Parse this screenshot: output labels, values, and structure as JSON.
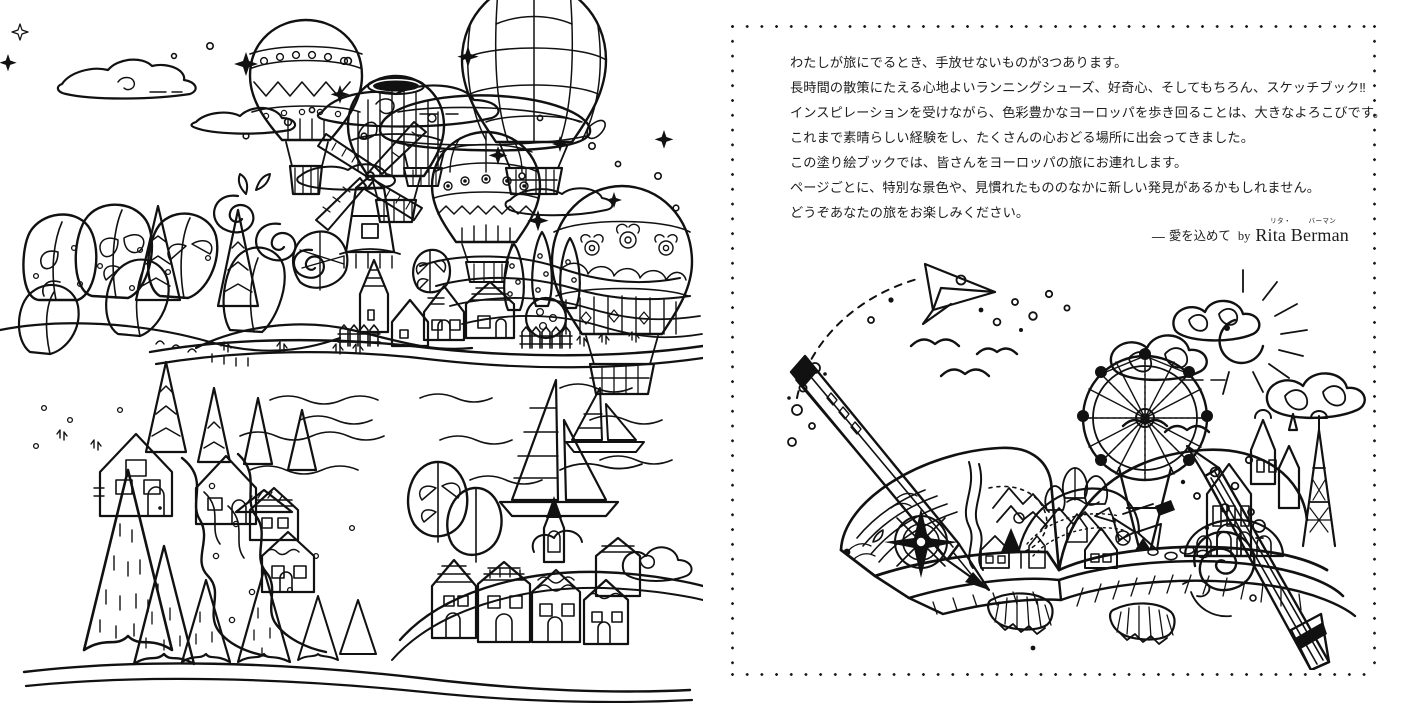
{
  "document": {
    "type": "coloring-book-spread",
    "page_count_visible": 2,
    "background_color": "#ffffff",
    "ink_color": "#111111"
  },
  "left_page": {
    "title": "European landscape line art",
    "description": "Black and white coloring-book illustration of a European countryside: hot air balloons in the sky, stylized forest, a windmill, hillside villages, a lake with sailboats, pine trees and a winding river.",
    "elements": [
      "hot-air-balloon",
      "hot-air-balloon",
      "hot-air-balloon",
      "hot-air-balloon",
      "hot-air-balloon",
      "cloud",
      "cloud",
      "cloud",
      "star-sparkle",
      "windmill",
      "spiral-tree",
      "round-tree",
      "pine-tree",
      "village-house",
      "church-tower",
      "fence",
      "cypress-tree",
      "lake",
      "sailboat",
      "sailboat",
      "winding-river",
      "hill"
    ]
  },
  "right_page": {
    "frame": {
      "style": "dotted",
      "color": "#1a1a1a"
    },
    "intro": {
      "lines": [
        "わたしが旅にでるとき、手放せないものが3つあります。",
        "長時間の散策にたえる心地よいランニングシューズ、好奇心、そしてもちろん、スケッチブック‼",
        "インスピレーションを受けながら、色彩豊かなヨーロッパを歩き回ることは、大きなよろこびです。",
        "これまで素晴らしい経験をし、たくさんの心おどる場所に出会ってきました。",
        "この塗り絵ブックでは、皆さんをヨーロッパの旅にお連れします。",
        "ページごとに、特別な景色や、見慣れたもののなかに新しい発見があるかもしれません。",
        "どうぞあなたの旅をお楽しみください。"
      ]
    },
    "signature": {
      "dash": "—",
      "closing": "愛を込めて",
      "by": "by",
      "ruby_first": "リタ・",
      "ruby_last": "バーマン",
      "name": "Rita Berman"
    },
    "illustration": {
      "title": "Open book with map and colored pencils",
      "description": "Line art of an open book whose pages become a pop-up map landscape with a ferris wheel, cathedral, towers, sun, clouds, birds, a paper airplane, a compass rose, plus two pencils and pencil shavings.",
      "elements": [
        "open-book",
        "map-page",
        "compass-rose",
        "ferris-wheel",
        "cathedral",
        "tower",
        "sun",
        "cloud",
        "bird",
        "bird",
        "bird",
        "bird",
        "paper-airplane",
        "dashed-flight-path",
        "bubble",
        "pencil",
        "pencil",
        "pencil-shaving",
        "pencil-shaving",
        "spiral",
        "mountain",
        "tree",
        "house"
      ]
    }
  }
}
